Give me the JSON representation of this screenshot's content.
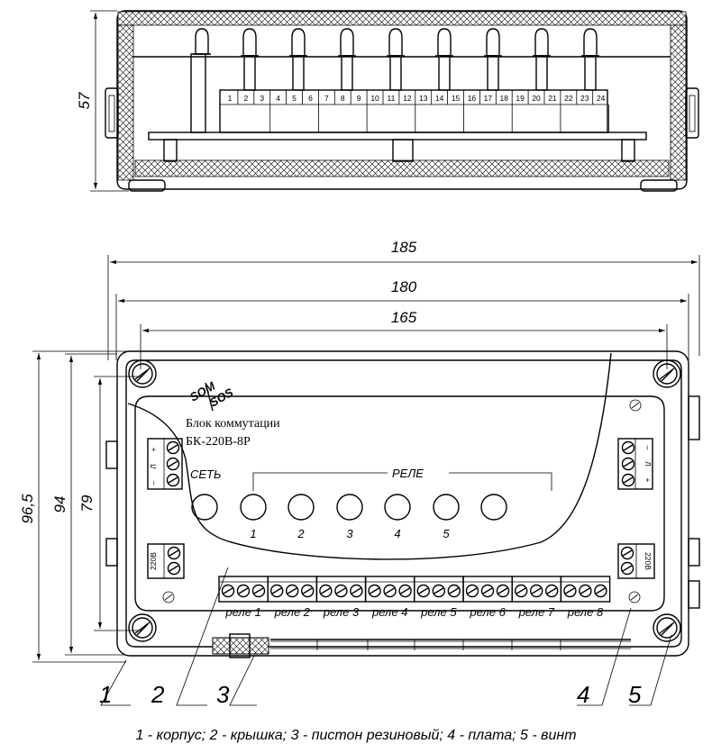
{
  "top_view": {
    "height_dim": "57",
    "terminal_numbers": [
      "1",
      "2",
      "3",
      "4",
      "5",
      "6",
      "7",
      "8",
      "9",
      "10",
      "11",
      "12",
      "13",
      "14",
      "15",
      "16",
      "17",
      "18",
      "19",
      "20",
      "21",
      "22",
      "23",
      "24"
    ]
  },
  "front_view": {
    "dims": {
      "outer_width": "185",
      "mid_width": "180",
      "inner_width": "165",
      "height_1": "96,5",
      "height_2": "94",
      "height_3": "79"
    },
    "logo_top": "SOM",
    "logo_bottom": "SOS",
    "title_line1": "Блок коммутации",
    "title_line2": "БК-220В-8Р",
    "net_label": "СЕТЬ",
    "relay_header": "РЕЛЕ",
    "led_numbers": [
      "1",
      "2",
      "3",
      "4",
      "5"
    ],
    "relay_labels": [
      "реле 1",
      "реле 2",
      "реле 3",
      "реле 4",
      "реле 5",
      "реле 6",
      "реле 7",
      "реле 8"
    ],
    "left_terminal_signs": [
      "+",
      "Л",
      "–"
    ],
    "right_terminal_signs": [
      "–",
      "Л",
      "+"
    ],
    "voltage_label": "220В",
    "callouts": [
      "1",
      "2",
      "3",
      "4",
      "5"
    ]
  },
  "caption": "1 - корпус; 2 - крышка; 3 - пистон резиновый; 4 - плата; 5 - винт"
}
